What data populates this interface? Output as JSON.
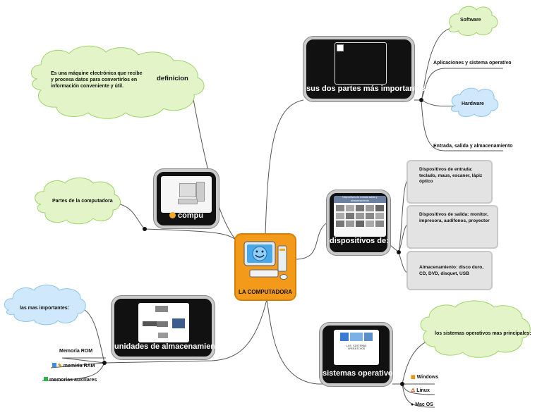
{
  "center": {
    "label": "LA COMPUTADORA"
  },
  "topics": {
    "partes": "sus dos partes más importantes",
    "dispositivos": "dispositivos de:",
    "sistemas": "sistemas operativos",
    "compu": "compu",
    "unidades": "unidades de almacenamiento",
    "definicion": "definicion"
  },
  "clouds": {
    "software": "Software",
    "hardware": "Hardware",
    "definicion": "Es una máquine electrónica que recibe y procesa datos para convertirlos en información conveniente y útil.",
    "partes_computadora": "Partes de la computadora",
    "mas_importantes": "las mas importantes:",
    "sistemas_principales": "los sistemas operativos mas principales:"
  },
  "partes_items": {
    "aplicaciones": "Aplicaciones  y sistema operativo",
    "entrada": "Entrada, salida y almacenamiento"
  },
  "dispositivos_items": {
    "entrada": "Dispositivos de entrada: teclado, maus, escaner, lápiz óptico",
    "salida": "Dispositivos de salida: monitor, impresora,  audifonos, proyector",
    "almacenamiento": "Almacenamiento: disco duro, CD, DVD, disquet, USB"
  },
  "sistemas_items": {
    "windows": "Windows",
    "linux": "Linux",
    "mac": "Mac OS"
  },
  "unidades_items": {
    "rom": "Memoria ROM",
    "ram": "memiria RAM",
    "auxiliares": "memorias auxiliares"
  },
  "thumbnails": {
    "dispositivos_caption": "Dispositivos de entrada salida y almacenamiento",
    "sistemas_caption": "LOS SISTEMAS OPERATIVOS"
  },
  "colors": {
    "center": "#f39a1a",
    "cloud_green": "#e3f5c8",
    "cloud_blue": "#cfe8fb",
    "topic": "#111111",
    "grey_box": "#e3e3e3"
  }
}
